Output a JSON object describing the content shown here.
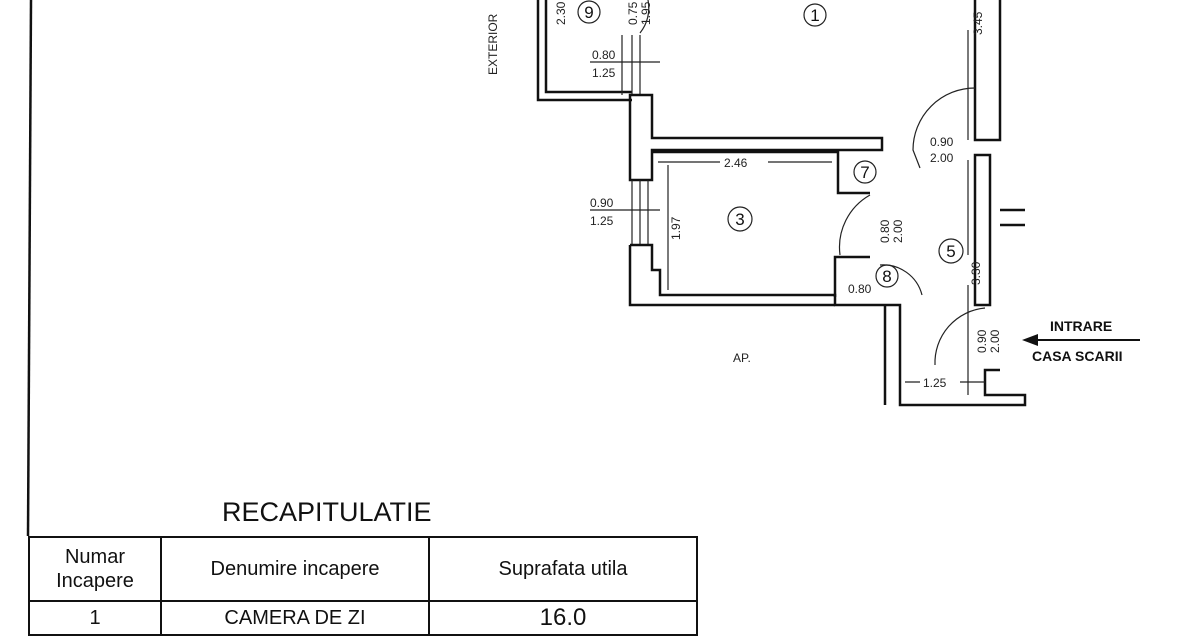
{
  "plan": {
    "exterior_label": "EXTERIOR",
    "rooms": [
      "1",
      "3",
      "5",
      "7",
      "8",
      "9"
    ],
    "dimensions": {
      "balcony_height": "2.30",
      "balcony_door_w": "0.75",
      "balcony_door_h": "1.95",
      "window1_w": "0.80",
      "window1_h": "1.25",
      "room1_side": "3.45",
      "door1_w": "0.90",
      "door1_h": "2.00",
      "room3_width": "2.46",
      "window3_w": "0.90",
      "window3_h": "1.25",
      "room3_depth": "1.97",
      "door3_w": "0.80",
      "door3_h": "2.00",
      "closet8_w": "0.80",
      "hall_length": "3.30",
      "entry_door_w": "0.90",
      "entry_door_h": "2.00",
      "entry_width": "1.25"
    },
    "ap_label": "AP.",
    "entry_label_1": "INTRARE",
    "entry_label_2": "CASA SCARII"
  },
  "recap": {
    "title": "RECAPITULATIE",
    "headers": [
      "Numar Incapere",
      "Denumire incapere",
      "Suprafata utila"
    ],
    "rows": [
      {
        "num": "1",
        "name": "CAMERA DE ZI",
        "area": "16.0"
      }
    ]
  }
}
